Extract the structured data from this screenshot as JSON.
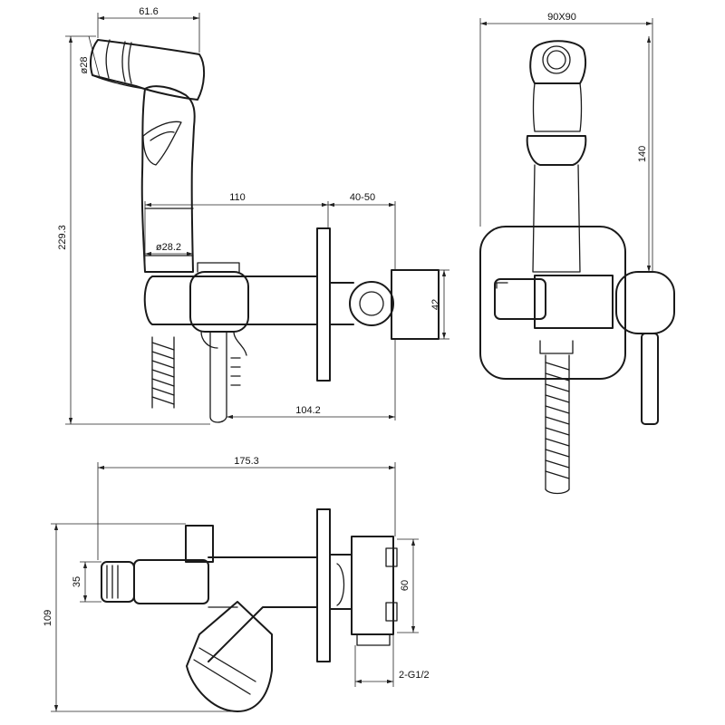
{
  "dimensions": {
    "top_width": "61.6",
    "head_diameter": "ø28",
    "total_height": "229.3",
    "arm_length": "110",
    "wall_depth": "40-50",
    "grip_diameter": "ø28.2",
    "body_height": "42",
    "base_length": "104.2",
    "plate_size": "90X90",
    "front_height": "140",
    "bottom_length": "175.3",
    "outlet_height": "35",
    "bottom_height": "109",
    "inlet_spacing": "60",
    "thread_spec": "2-G1/2"
  }
}
